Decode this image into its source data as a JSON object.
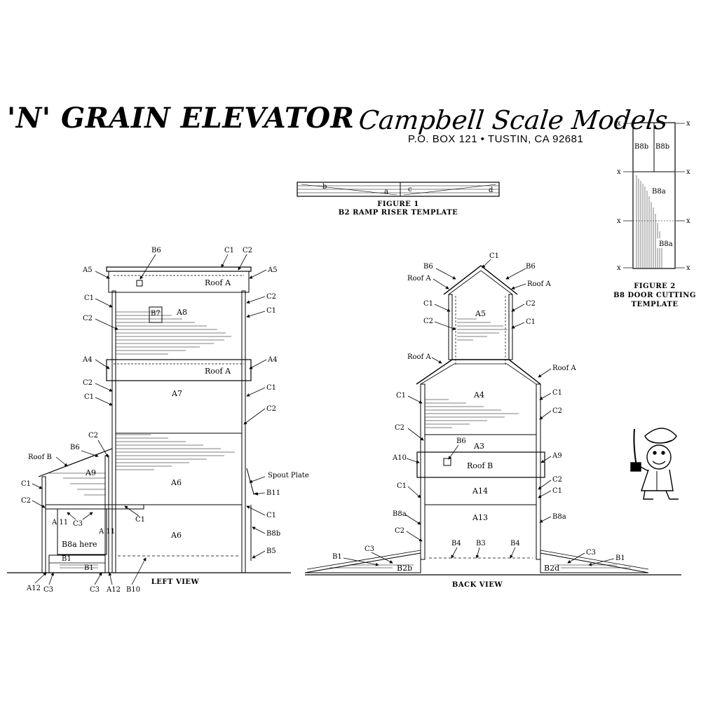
{
  "title": "'N' GRAIN ELEVATOR",
  "brand": {
    "name": "Campbell Scale Models",
    "address": "P.O. BOX 121 • TUSTIN, CA 92681"
  },
  "figure1": {
    "caption_line1": "FIGURE 1",
    "caption_line2": "B2 RAMP RISER TEMPLATE",
    "labels": {
      "b": "b",
      "a": "a",
      "c": "c",
      "d": "d"
    }
  },
  "figure2": {
    "caption_line1": "FIGURE 2",
    "caption_line2": "B8 DOOR CUTTING",
    "caption_line3": "TEMPLATE",
    "x_mark": "x",
    "cells": {
      "b8b_left": "B8b",
      "b8b_right": "B8b",
      "b8a_upper": "B8a",
      "b8a_lower": "B8a"
    }
  },
  "left_view": {
    "caption": "LEFT VIEW",
    "labels": {
      "b6_top": "B6",
      "c1_top": "C1",
      "c2_top": "C2",
      "a5_left": "A5",
      "a5_right": "A5",
      "roof_a_top": "Roof A",
      "c1_l1": "C1",
      "c2_r1": "C2",
      "b7": "B7",
      "a8": "A8",
      "c2_l1": "C2",
      "c1_r1": "C1",
      "a4_left": "A4",
      "a4_right": "A4",
      "roof_a_mid": "Roof A",
      "c2_l2": "C2",
      "a7": "A7",
      "c1_r2": "C1",
      "c1_l2": "C1",
      "c2_r2": "C2",
      "c2_l3": "C2",
      "b6_low": "B6",
      "roof_b": "Roof B",
      "a9": "A9",
      "a6_upper": "A6",
      "spout_plate": "Spout Plate",
      "b11": "B11",
      "c1_l3": "C1",
      "c2_l4": "C2",
      "c3_door": "C3",
      "c1_mid": "C1",
      "c1_r3": "C1",
      "a11_left": "A 11",
      "a11_right": "A 11",
      "b8a_here": "B8a here",
      "a6_lower": "A6",
      "b8b": "B8b",
      "b1_top": "B1",
      "b1_bottom": "B1",
      "b5": "B5",
      "a12_left": "A12",
      "c3_left": "C3",
      "c3_mid": "C3",
      "a12_mid": "A12",
      "b10": "B10"
    }
  },
  "back_view": {
    "caption": "BACK VIEW",
    "labels": {
      "c1_peak": "C1",
      "b6_left": "B6",
      "b6_right": "B6",
      "roof_a_l1": "Roof A",
      "roof_a_r1": "Roof A",
      "c1_l1": "C1",
      "c2_r1": "C2",
      "a5": "A5",
      "c2_l1": "C2",
      "c1_r1": "C1",
      "roof_a_l2": "Roof A",
      "roof_a_r2": "Roof A",
      "c1_l2": "C1",
      "a4": "A4",
      "c1_r2": "C1",
      "c2_r2": "C2",
      "c2_l2": "C2",
      "b6_mid": "B6",
      "a3": "A3",
      "a10": "A10",
      "roof_b": "Roof B",
      "a9": "A9",
      "c1_l3": "C1",
      "a14": "A14",
      "c2_r3": "C2",
      "c1_r3": "C1",
      "b8a_left": "B8a",
      "a13": "A13",
      "b8a_right": "B8a",
      "c2_l3": "C2",
      "b4_left": "B4",
      "b3": "B3",
      "b4_right": "B4",
      "c3_left": "C3",
      "b1_left": "B1",
      "b2b": "B2b",
      "b2d": "B2d",
      "c3_right": "C3",
      "b1_right": "B1"
    }
  },
  "mascot": {
    "icon": "engineer-mascot-icon"
  }
}
